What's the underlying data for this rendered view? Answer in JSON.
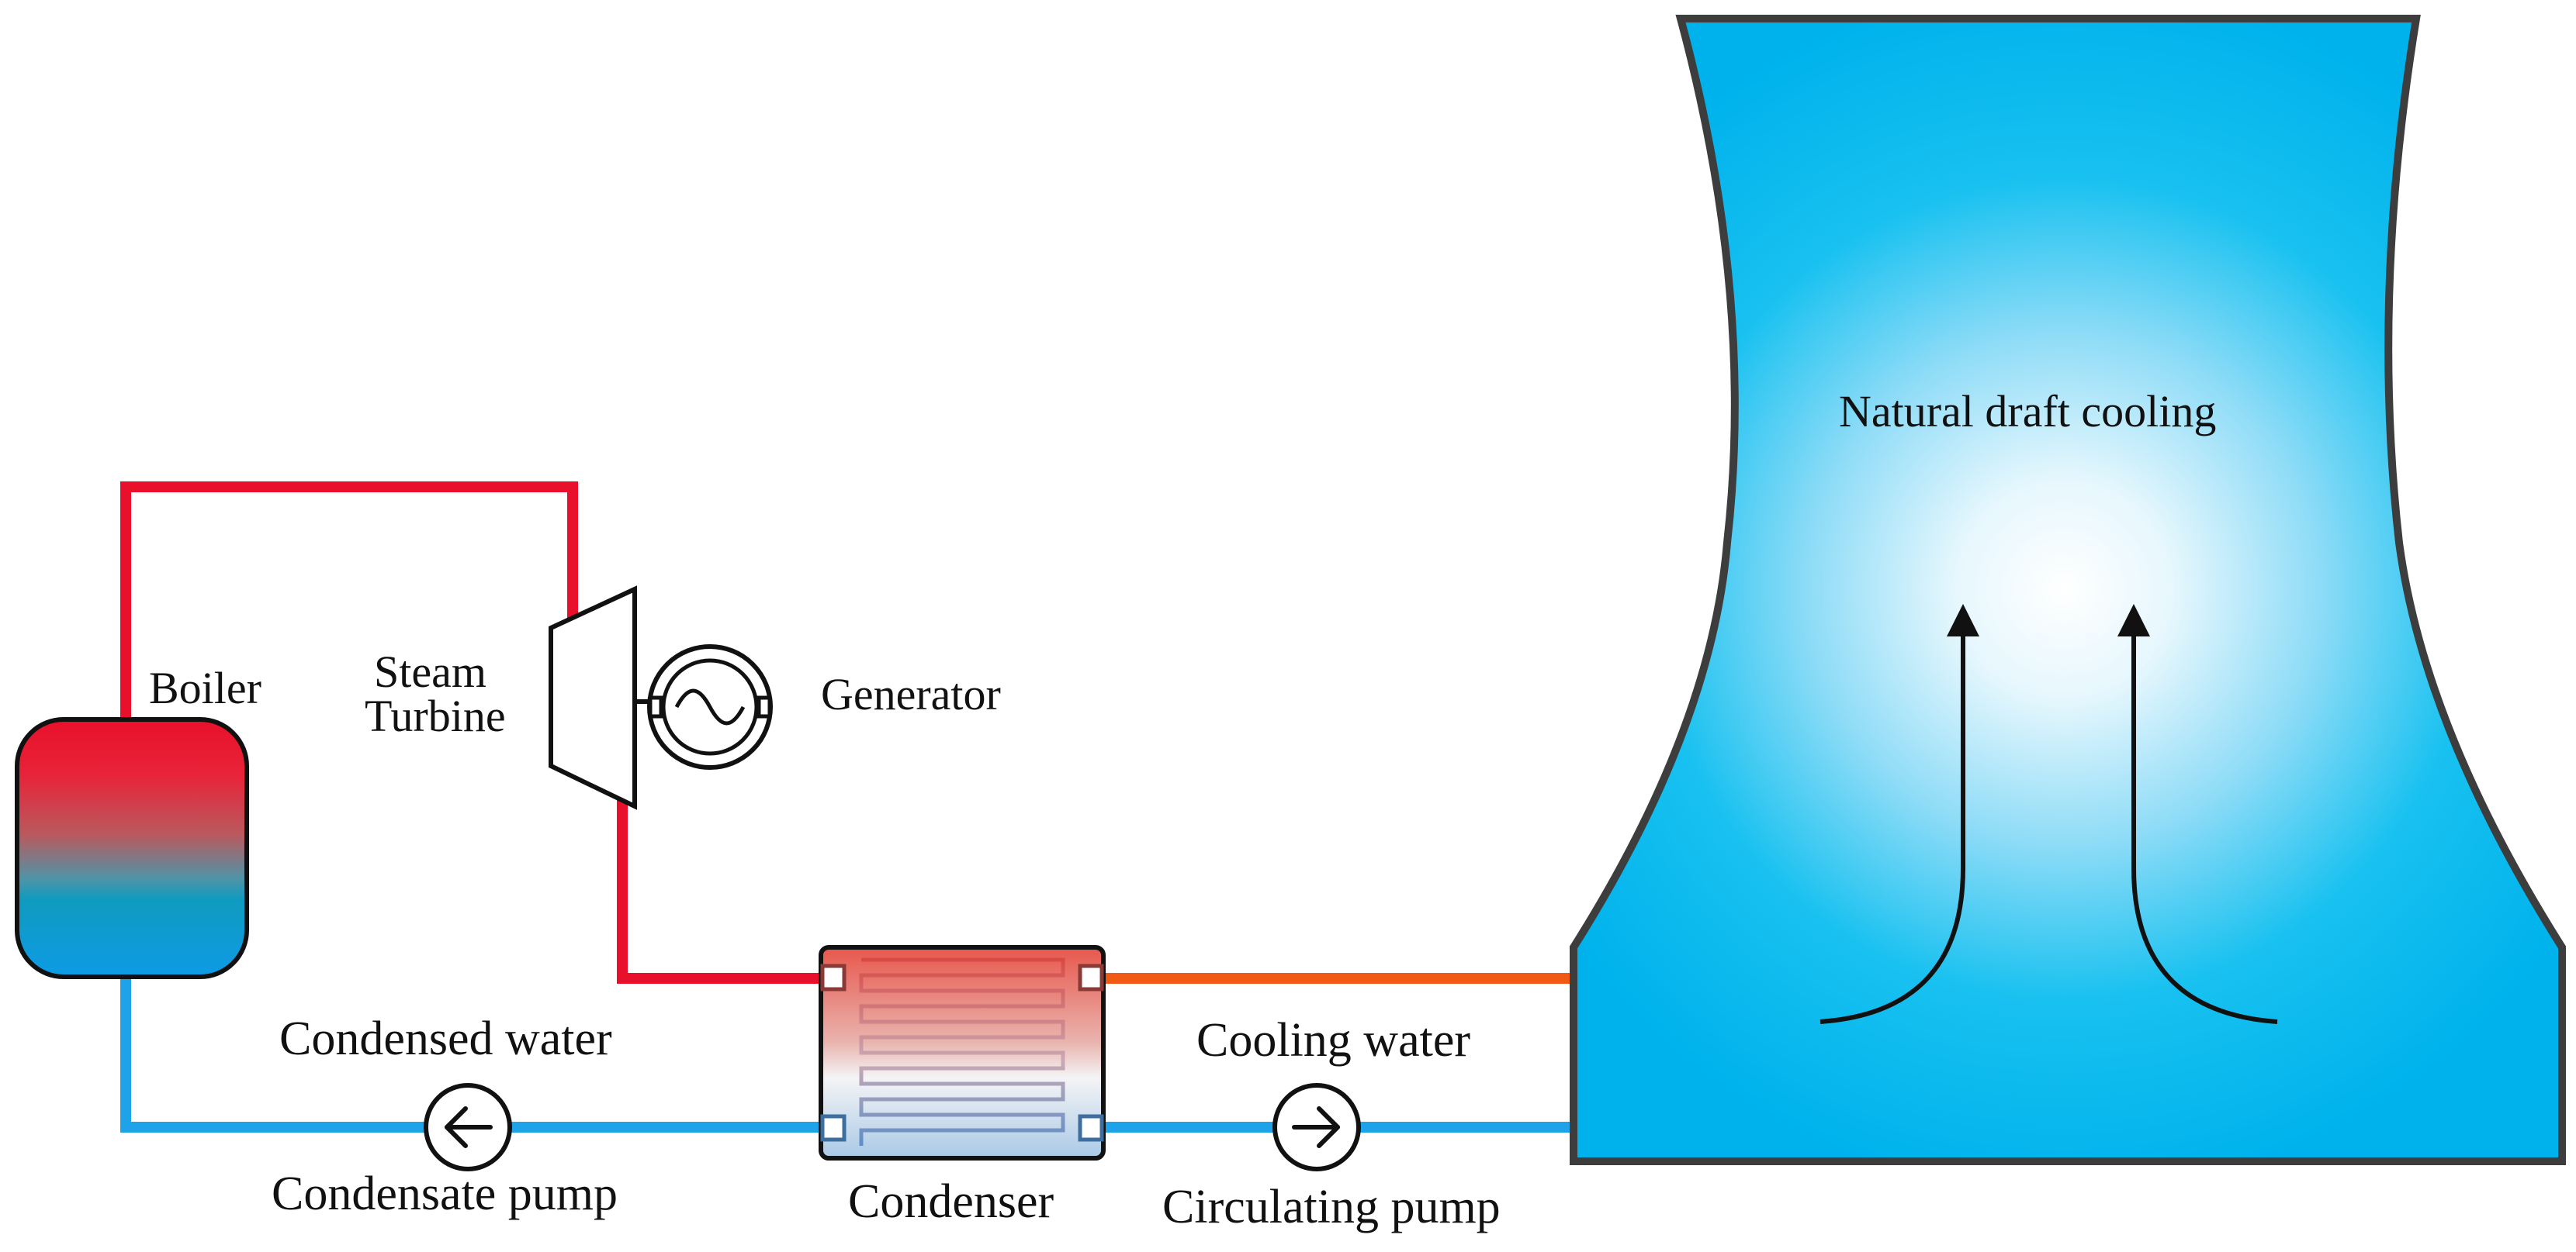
{
  "labels": {
    "boiler": "Boiler",
    "steam_turbine_line1": "Steam",
    "steam_turbine_line2": "Turbine",
    "generator": "Generator",
    "condensed_water": "Condensed water",
    "condensate_pump": "Condensate pump",
    "condenser": "Condenser",
    "cooling_water": "Cooling water",
    "circulating_pump": "Circulating pump",
    "cooling_tower": "Natural draft cooling"
  },
  "colors": {
    "steam_line": "#e8102a",
    "return_line": "#1ea2e8",
    "warm_cooling_line": "#f05a14",
    "tower_fill": "#00b4ee",
    "tower_glow": "#ffffff",
    "tower_outline": "#3d3d3d",
    "boiler_top": "#e8102a",
    "boiler_bottom": "#0d9be6",
    "outline": "#111111"
  },
  "icons": {
    "condensate_pump": "arrow-left-circle-icon",
    "circulating_pump": "arrow-right-circle-icon",
    "generator": "sine-wave-circle-icon",
    "turbine": "trapezoid-turbine-icon",
    "air_flow": "upward-curved-arrow-icon"
  }
}
